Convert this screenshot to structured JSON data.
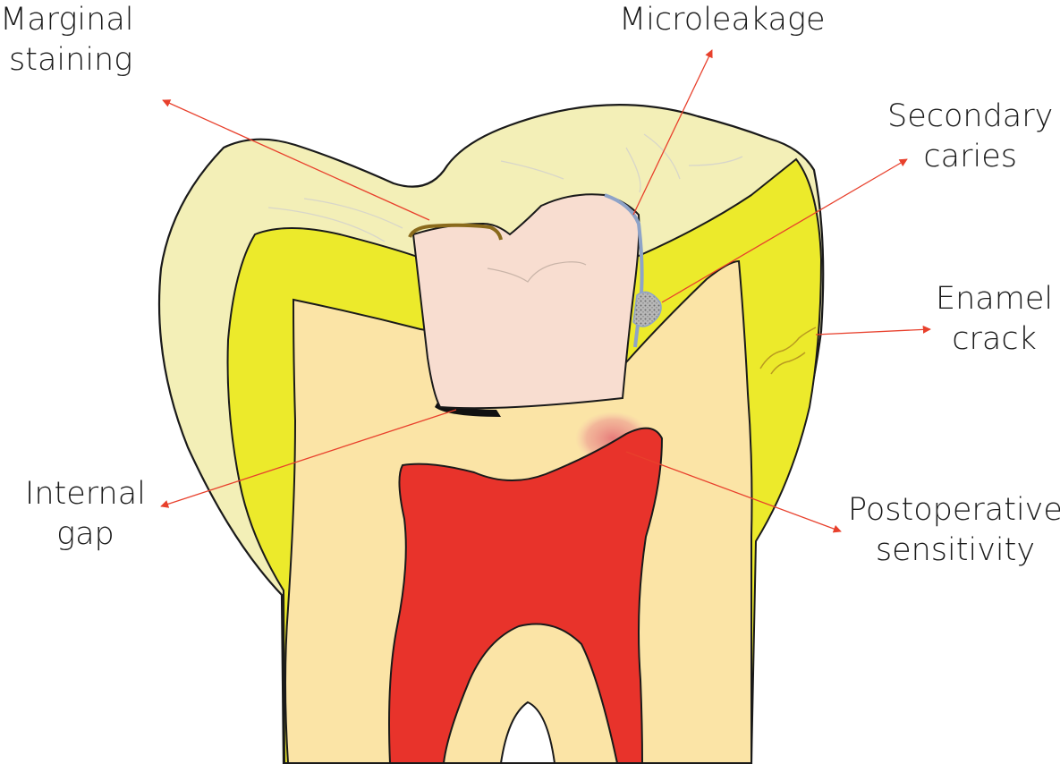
{
  "labels": {
    "marginal_staining": [
      "Marginal",
      "staining"
    ],
    "microleakage": [
      "Microleakage"
    ],
    "secondary_caries": [
      "Secondary",
      "caries"
    ],
    "enamel_crack": [
      "Enamel",
      "crack"
    ],
    "internal_gap": [
      "Internal",
      "gap"
    ],
    "postoperative_sensitivity": [
      "Postoperative",
      "sensitivity"
    ]
  },
  "colors": {
    "enamel_outer": "#f3efb7",
    "enamel_inner": "#ecea2b",
    "dentin": "#fbe4a6",
    "pulp": "#e8332b",
    "restoration": "#f8ddd0",
    "leader_line": "#e8402c",
    "outline": "#1a1a1a",
    "microleakage_seam": "#8ea3c8",
    "stain": "#8a6a1c",
    "caries": "#9a9a9a",
    "sensitivity_glow": "#e86a7a"
  }
}
